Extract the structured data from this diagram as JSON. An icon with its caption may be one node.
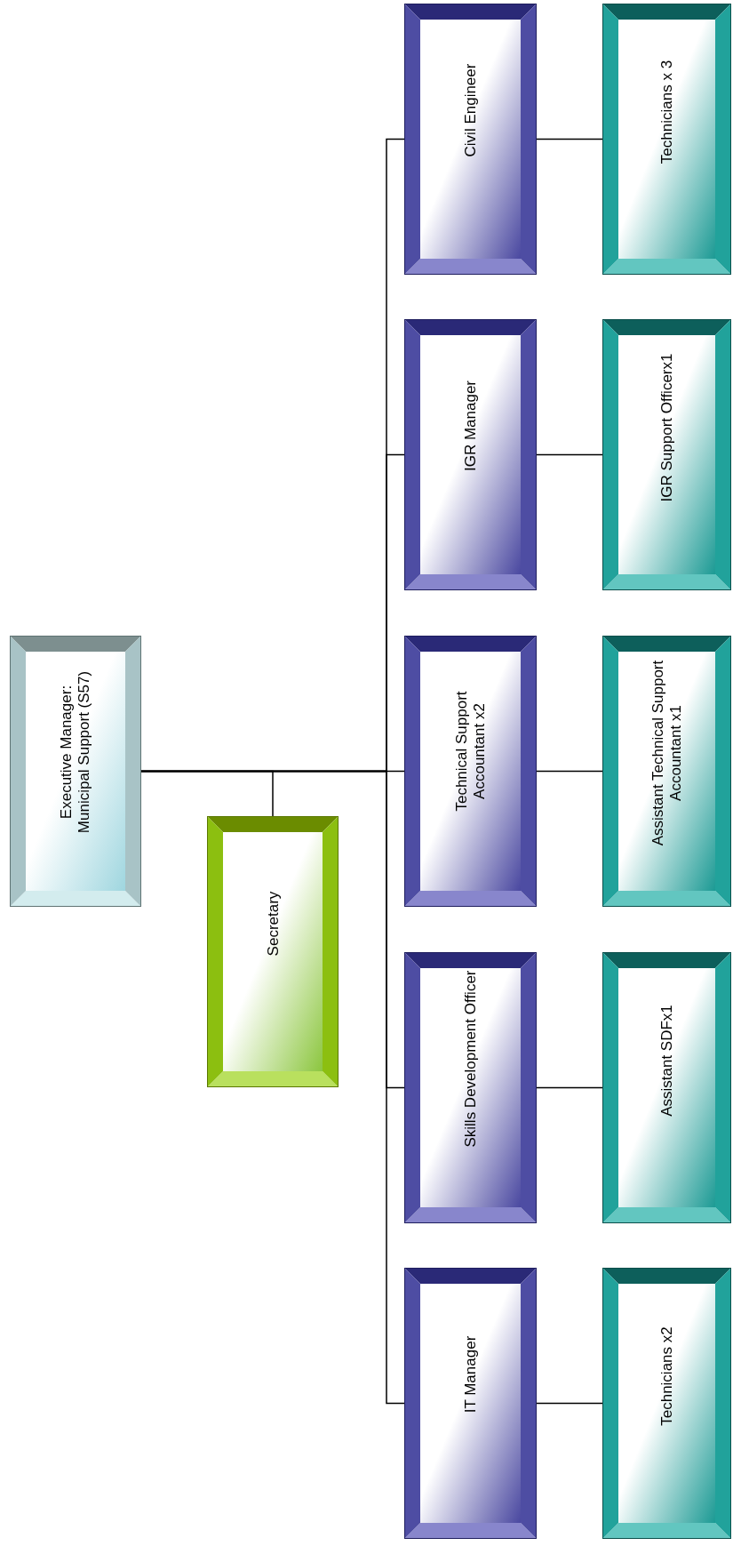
{
  "diagram": {
    "nodes": [
      {
        "text": [
          "Executive Manager: Municipal Support (S57)"
        ]
      },
      {
        "text": [
          "Secretary"
        ]
      },
      {
        "text": [
          "Civil Engineer"
        ]
      },
      {
        "text": [
          "IGR Manager"
        ]
      },
      {
        "text": [
          "Technical Support Accountant x2"
        ]
      },
      {
        "text": [
          "Skills Development Officer"
        ]
      },
      {
        "text": [
          "IT Manager"
        ]
      },
      {
        "text": [
          "Technicians x 3"
        ]
      },
      {
        "text": [
          "IGR Support Officerx1"
        ]
      },
      {
        "text": [
          "Assistant Technical Support Accountant x1"
        ]
      },
      {
        "text": [
          "Assistant SDFx1"
        ]
      },
      {
        "text": [
          "Technicians x2"
        ]
      }
    ],
    "edges": [
      {
        "from": 0,
        "to": 1,
        "arrow": "none"
      },
      {
        "from": 0,
        "to": 2,
        "arrow": "none"
      },
      {
        "from": 0,
        "to": 3,
        "arrow": "none"
      },
      {
        "from": 0,
        "to": 4,
        "arrow": "none"
      },
      {
        "from": 0,
        "to": 5,
        "arrow": "none"
      },
      {
        "from": 0,
        "to": 6,
        "arrow": "none"
      },
      {
        "from": 2,
        "to": 7,
        "arrow": "none"
      },
      {
        "from": 3,
        "to": 8,
        "arrow": "none"
      },
      {
        "from": 4,
        "to": 9,
        "arrow": "none"
      },
      {
        "from": 5,
        "to": 10,
        "arrow": "none"
      },
      {
        "from": 6,
        "to": 11,
        "arrow": "none"
      }
    ]
  }
}
